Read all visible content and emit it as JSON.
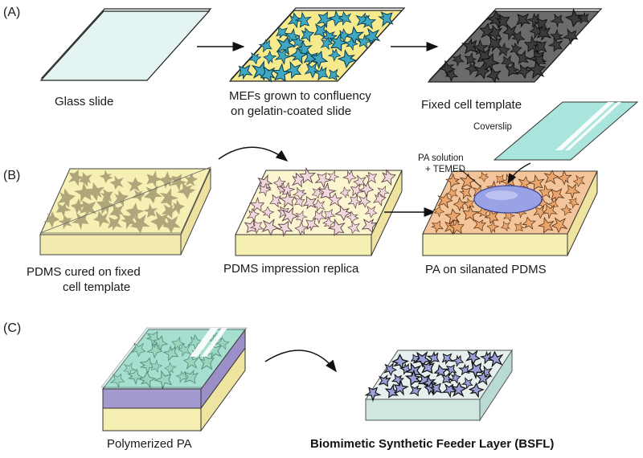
{
  "panels": {
    "a": {
      "tag": "(A)",
      "glass_slide": "Glass slide",
      "mefs_line1": "MEFs grown to confluency",
      "mefs_line2": "on gelatin-coated slide",
      "fixed_template": "Fixed cell template"
    },
    "b": {
      "tag": "(B)",
      "pdms_cured_line1": "PDMS cured on fixed",
      "pdms_cured_line2": "cell template",
      "pdms_replica": "PDMS impression replica",
      "pa_on_pdms": "PA on silanated PDMS",
      "coverslip": "Coverslip",
      "pa_solution_line1": "PA solution",
      "pa_solution_line2": "+ TEMED"
    },
    "c": {
      "tag": "(C)",
      "polymerized_pa": "Polymerized PA",
      "bsfl": "Biomimetic Synthetic Feeder Layer (BSFL)"
    }
  },
  "colors": {
    "glass": "#e4f4f2",
    "gelatin": "#f7ea8c",
    "mef_cells": "#3fa7c1",
    "fixed_dark": "#5a5a5a",
    "pdms": "#f6f0b4",
    "pdms_cells": "#a49a72",
    "pa_orange": "#f4c59a",
    "coverslip": "#a9e5dc",
    "pa_drop": "#9aa2e6",
    "polymerized_purple": "#a59ad0",
    "bsfl_cells": "#9aa0d8"
  }
}
